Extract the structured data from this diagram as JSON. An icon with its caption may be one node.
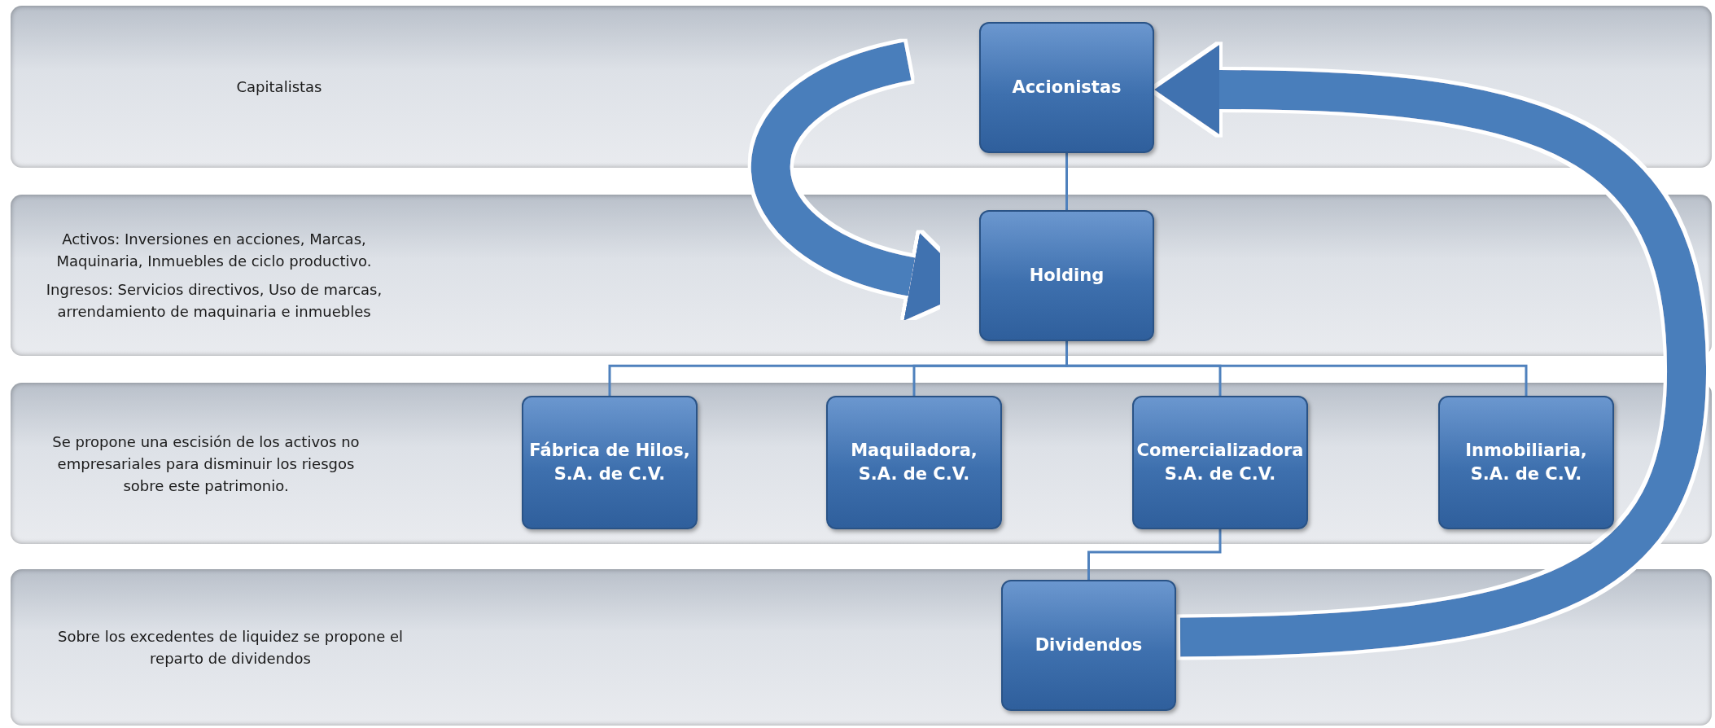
{
  "diagram": {
    "nodes": [
      {
        "text": [
          "Capitalistas"
        ]
      },
      {
        "text": [
          "Accionistas"
        ],
        "in": 0
      },
      {
        "text": [
          "Activos: Inversiones en acciones, Marcas, Maquinaria, Inmuebles de ciclo productivo.",
          "Ingresos: Servicios directivos, Uso de marcas, arrendamiento de maquinaria e inmuebles"
        ]
      },
      {
        "text": [
          "Holding"
        ],
        "in": 2
      },
      {
        "text": [
          "Se propone una escisión de los activos no empresariales para disminuir los riesgos sobre este patrimonio."
        ]
      },
      {
        "text": [
          "Fábrica de Hilos, S.A. de C.V."
        ],
        "in": 4
      },
      {
        "text": [
          "Maquiladora, S.A. de C.V."
        ],
        "in": 4
      },
      {
        "text": [
          "Comercializadora S.A. de C.V."
        ],
        "in": 4
      },
      {
        "text": [
          "Inmobiliaria, S.A. de C.V."
        ],
        "in": 4
      },
      {
        "text": [
          "Sobre los excedentes de liquidez se propone el reparto de dividendos"
        ]
      },
      {
        "text": [
          "Dividendos"
        ],
        "in": 9
      }
    ],
    "edges": [
      {
        "from": 1,
        "to": 3,
        "arrow": "none"
      },
      {
        "from": 3,
        "to": 5,
        "arrow": "none"
      },
      {
        "from": 3,
        "to": 6,
        "arrow": "none"
      },
      {
        "from": 3,
        "to": 7,
        "arrow": "none"
      },
      {
        "from": 3,
        "to": 8,
        "arrow": "none"
      },
      {
        "from": 7,
        "to": 10,
        "arrow": "none"
      },
      {
        "from": null,
        "to": 3,
        "arrow": "to",
        "style": "thick"
      },
      {
        "from": 10,
        "to": 1,
        "arrow": "to",
        "style": "thick"
      }
    ]
  }
}
